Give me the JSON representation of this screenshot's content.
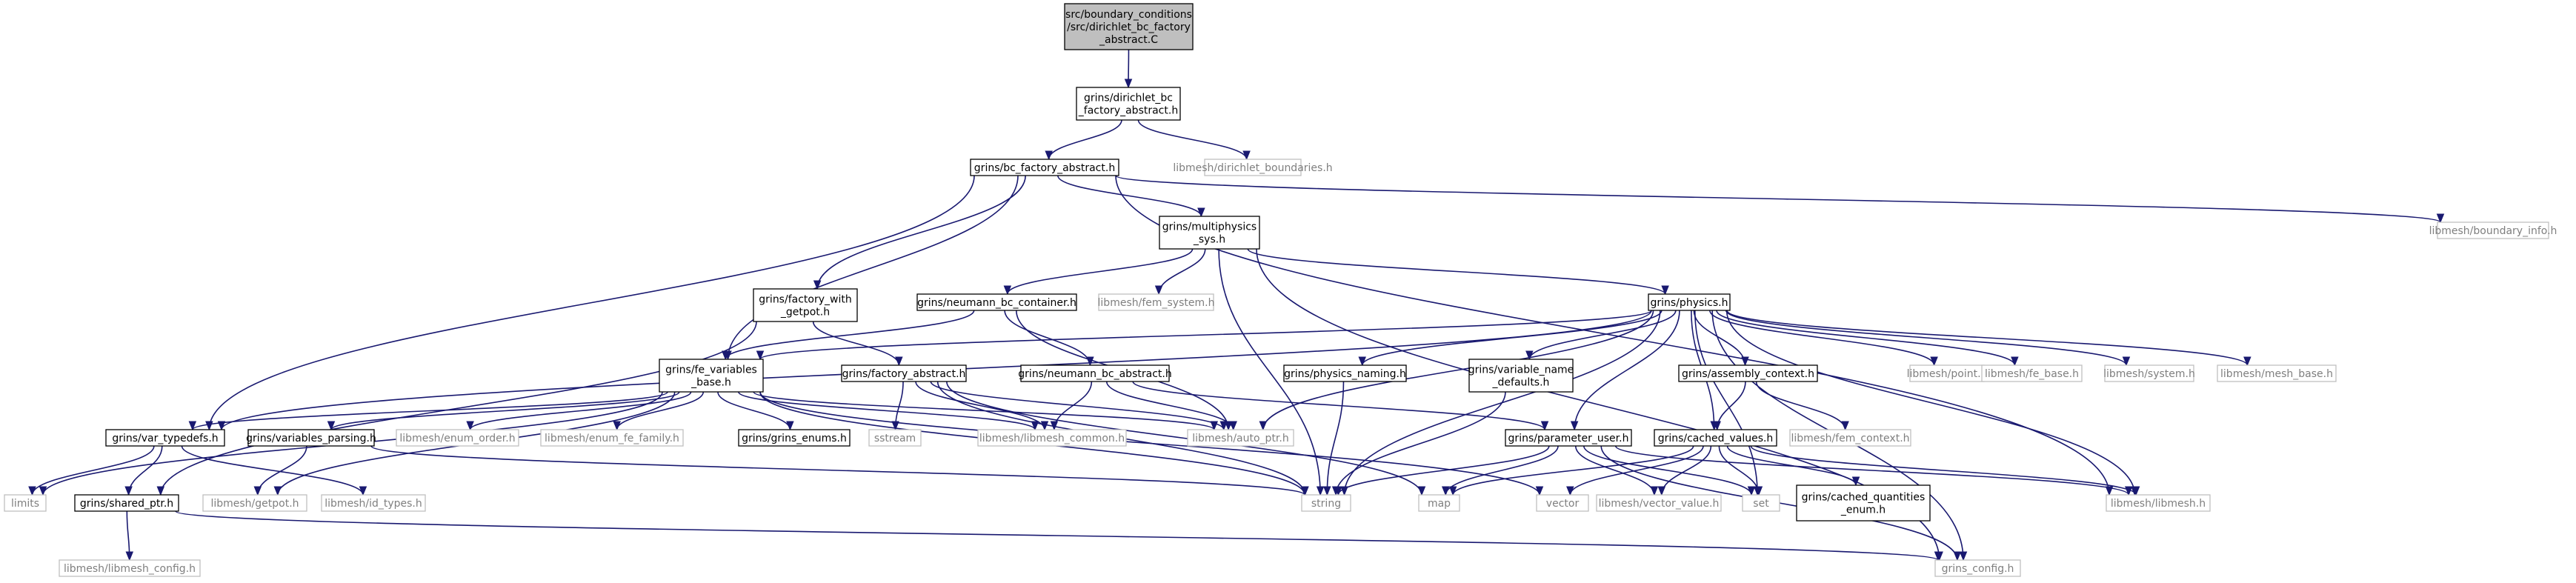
{
  "colors": {
    "edge": "#191970",
    "root_fill": "#bfbfbf",
    "internal_border": "#000000",
    "external_border": "#bfbfbf",
    "external_text": "#7f7f7f",
    "background": "#ffffff"
  },
  "nodes": {
    "root": {
      "lines": [
        "src/boundary_conditions",
        "/src/dirichlet_bc_factory",
        "_abstract.C"
      ],
      "kind": "root"
    },
    "dbc_fac": {
      "lines": [
        "grins/dirichlet_bc",
        "_factory_abstract.h"
      ],
      "kind": "internal"
    },
    "lm_dirbound": {
      "lines": [
        "libmesh/dirichlet_boundaries.h"
      ],
      "kind": "external"
    },
    "bc_fac": {
      "lines": [
        "grins/bc_factory_abstract.h"
      ],
      "kind": "internal"
    },
    "lm_bndinfo": {
      "lines": [
        "libmesh/boundary_info.h"
      ],
      "kind": "external"
    },
    "multiphys": {
      "lines": [
        "grins/multiphysics",
        "_sys.h"
      ],
      "kind": "internal"
    },
    "fac_getpot": {
      "lines": [
        "grins/factory_with",
        "_getpot.h"
      ],
      "kind": "internal"
    },
    "neumann_cont": {
      "lines": [
        "grins/neumann_bc_container.h"
      ],
      "kind": "internal"
    },
    "lm_femsys": {
      "lines": [
        "libmesh/fem_system.h"
      ],
      "kind": "external"
    },
    "physics": {
      "lines": [
        "grins/physics.h"
      ],
      "kind": "internal"
    },
    "fe_vars": {
      "lines": [
        "grins/fe_variables",
        "_base.h"
      ],
      "kind": "internal"
    },
    "fac_abs": {
      "lines": [
        "grins/factory_abstract.h"
      ],
      "kind": "internal"
    },
    "neumann_abs": {
      "lines": [
        "grins/neumann_bc_abstract.h"
      ],
      "kind": "internal"
    },
    "phys_naming": {
      "lines": [
        "grins/physics_naming.h"
      ],
      "kind": "internal"
    },
    "var_name_def": {
      "lines": [
        "grins/variable_name",
        "_defaults.h"
      ],
      "kind": "internal"
    },
    "asm_ctx": {
      "lines": [
        "grins/assembly_context.h"
      ],
      "kind": "internal"
    },
    "lm_point": {
      "lines": [
        "libmesh/point.h"
      ],
      "kind": "external"
    },
    "lm_febase": {
      "lines": [
        "libmesh/fe_base.h"
      ],
      "kind": "external"
    },
    "lm_system": {
      "lines": [
        "libmesh/system.h"
      ],
      "kind": "external"
    },
    "lm_meshbase": {
      "lines": [
        "libmesh/mesh_base.h"
      ],
      "kind": "external"
    },
    "var_typedefs": {
      "lines": [
        "grins/var_typedefs.h"
      ],
      "kind": "internal"
    },
    "var_parsing": {
      "lines": [
        "grins/variables_parsing.h"
      ],
      "kind": "internal"
    },
    "lm_enum_order": {
      "lines": [
        "libmesh/enum_order.h"
      ],
      "kind": "external"
    },
    "lm_enum_fefam": {
      "lines": [
        "libmesh/enum_fe_family.h"
      ],
      "kind": "external"
    },
    "grins_enums": {
      "lines": [
        "grins/grins_enums.h"
      ],
      "kind": "internal"
    },
    "sstream": {
      "lines": [
        "sstream"
      ],
      "kind": "external"
    },
    "lm_common": {
      "lines": [
        "libmesh/libmesh_common.h"
      ],
      "kind": "external"
    },
    "lm_autoptr": {
      "lines": [
        "libmesh/auto_ptr.h"
      ],
      "kind": "external"
    },
    "param_user": {
      "lines": [
        "grins/parameter_user.h"
      ],
      "kind": "internal"
    },
    "cached_vals": {
      "lines": [
        "grins/cached_values.h"
      ],
      "kind": "internal"
    },
    "lm_femctx": {
      "lines": [
        "libmesh/fem_context.h"
      ],
      "kind": "external"
    },
    "limits": {
      "lines": [
        "limits"
      ],
      "kind": "external"
    },
    "shared_ptr": {
      "lines": [
        "grins/shared_ptr.h"
      ],
      "kind": "internal"
    },
    "lm_getpot": {
      "lines": [
        "libmesh/getpot.h"
      ],
      "kind": "external"
    },
    "lm_idtypes": {
      "lines": [
        "libmesh/id_types.h"
      ],
      "kind": "external"
    },
    "string": {
      "lines": [
        "string"
      ],
      "kind": "external"
    },
    "map": {
      "lines": [
        "map"
      ],
      "kind": "external"
    },
    "vector": {
      "lines": [
        "vector"
      ],
      "kind": "external"
    },
    "lm_vecval": {
      "lines": [
        "libmesh/vector_value.h"
      ],
      "kind": "external"
    },
    "set": {
      "lines": [
        "set"
      ],
      "kind": "external"
    },
    "cached_qenum": {
      "lines": [
        "grins/cached_quantities",
        "_enum.h"
      ],
      "kind": "internal"
    },
    "lm_libmesh": {
      "lines": [
        "libmesh/libmesh.h"
      ],
      "kind": "external"
    },
    "lm_config": {
      "lines": [
        "libmesh/libmesh_config.h"
      ],
      "kind": "external"
    },
    "grins_config": {
      "lines": [
        "grins_config.h"
      ],
      "kind": "external"
    }
  },
  "edges": [
    [
      "root",
      "dbc_fac"
    ],
    [
      "dbc_fac",
      "bc_fac"
    ],
    [
      "dbc_fac",
      "lm_dirbound"
    ],
    [
      "bc_fac",
      "fac_getpot"
    ],
    [
      "bc_fac",
      "multiphys"
    ],
    [
      "bc_fac",
      "fe_vars"
    ],
    [
      "bc_fac",
      "var_typedefs"
    ],
    [
      "bc_fac",
      "lm_bndinfo"
    ],
    [
      "bc_fac",
      "lm_libmesh"
    ],
    [
      "multiphys",
      "neumann_cont"
    ],
    [
      "multiphys",
      "lm_femsys"
    ],
    [
      "multiphys",
      "physics"
    ],
    [
      "multiphys",
      "string"
    ],
    [
      "multiphys",
      "grins_config"
    ],
    [
      "fac_getpot",
      "fac_abs"
    ],
    [
      "fac_getpot",
      "shared_ptr"
    ],
    [
      "neumann_cont",
      "fe_vars"
    ],
    [
      "neumann_cont",
      "neumann_abs"
    ],
    [
      "neumann_cont",
      "lm_autoptr"
    ],
    [
      "physics",
      "fe_vars"
    ],
    [
      "physics",
      "var_typedefs"
    ],
    [
      "physics",
      "phys_naming"
    ],
    [
      "physics",
      "var_name_def"
    ],
    [
      "physics",
      "asm_ctx"
    ],
    [
      "physics",
      "lm_point"
    ],
    [
      "physics",
      "lm_febase"
    ],
    [
      "physics",
      "lm_system"
    ],
    [
      "physics",
      "lm_meshbase"
    ],
    [
      "physics",
      "param_user"
    ],
    [
      "physics",
      "cached_vals"
    ],
    [
      "physics",
      "lm_autoptr"
    ],
    [
      "physics",
      "string"
    ],
    [
      "physics",
      "set"
    ],
    [
      "physics",
      "lm_libmesh"
    ],
    [
      "physics",
      "grins_config"
    ],
    [
      "fe_vars",
      "var_typedefs"
    ],
    [
      "fe_vars",
      "var_parsing"
    ],
    [
      "fe_vars",
      "lm_enum_order"
    ],
    [
      "fe_vars",
      "lm_enum_fefam"
    ],
    [
      "fe_vars",
      "grins_enums"
    ],
    [
      "fe_vars",
      "lm_common"
    ],
    [
      "fe_vars",
      "lm_getpot"
    ],
    [
      "fe_vars",
      "limits"
    ],
    [
      "fe_vars",
      "string"
    ],
    [
      "fe_vars",
      "vector"
    ],
    [
      "fe_vars",
      "lm_autoptr"
    ],
    [
      "fac_abs",
      "sstream"
    ],
    [
      "fac_abs",
      "lm_common"
    ],
    [
      "fac_abs",
      "lm_autoptr"
    ],
    [
      "fac_abs",
      "string"
    ],
    [
      "fac_abs",
      "map"
    ],
    [
      "neumann_abs",
      "lm_common"
    ],
    [
      "neumann_abs",
      "lm_autoptr"
    ],
    [
      "neumann_abs",
      "param_user"
    ],
    [
      "phys_naming",
      "string"
    ],
    [
      "var_name_def",
      "string"
    ],
    [
      "asm_ctx",
      "lm_femctx"
    ],
    [
      "asm_ctx",
      "cached_vals"
    ],
    [
      "var_typedefs",
      "limits"
    ],
    [
      "var_typedefs",
      "shared_ptr"
    ],
    [
      "var_typedefs",
      "lm_idtypes"
    ],
    [
      "var_parsing",
      "lm_getpot"
    ],
    [
      "var_parsing",
      "string"
    ],
    [
      "param_user",
      "string"
    ],
    [
      "param_user",
      "map"
    ],
    [
      "param_user",
      "lm_vecval"
    ],
    [
      "param_user",
      "set"
    ],
    [
      "param_user",
      "lm_libmesh"
    ],
    [
      "param_user",
      "grins_config"
    ],
    [
      "cached_vals",
      "map"
    ],
    [
      "cached_vals",
      "vector"
    ],
    [
      "cached_vals",
      "lm_vecval"
    ],
    [
      "cached_vals",
      "set"
    ],
    [
      "cached_vals",
      "cached_qenum"
    ],
    [
      "cached_vals",
      "lm_libmesh"
    ],
    [
      "shared_ptr",
      "lm_config"
    ],
    [
      "shared_ptr",
      "grins_config"
    ]
  ]
}
